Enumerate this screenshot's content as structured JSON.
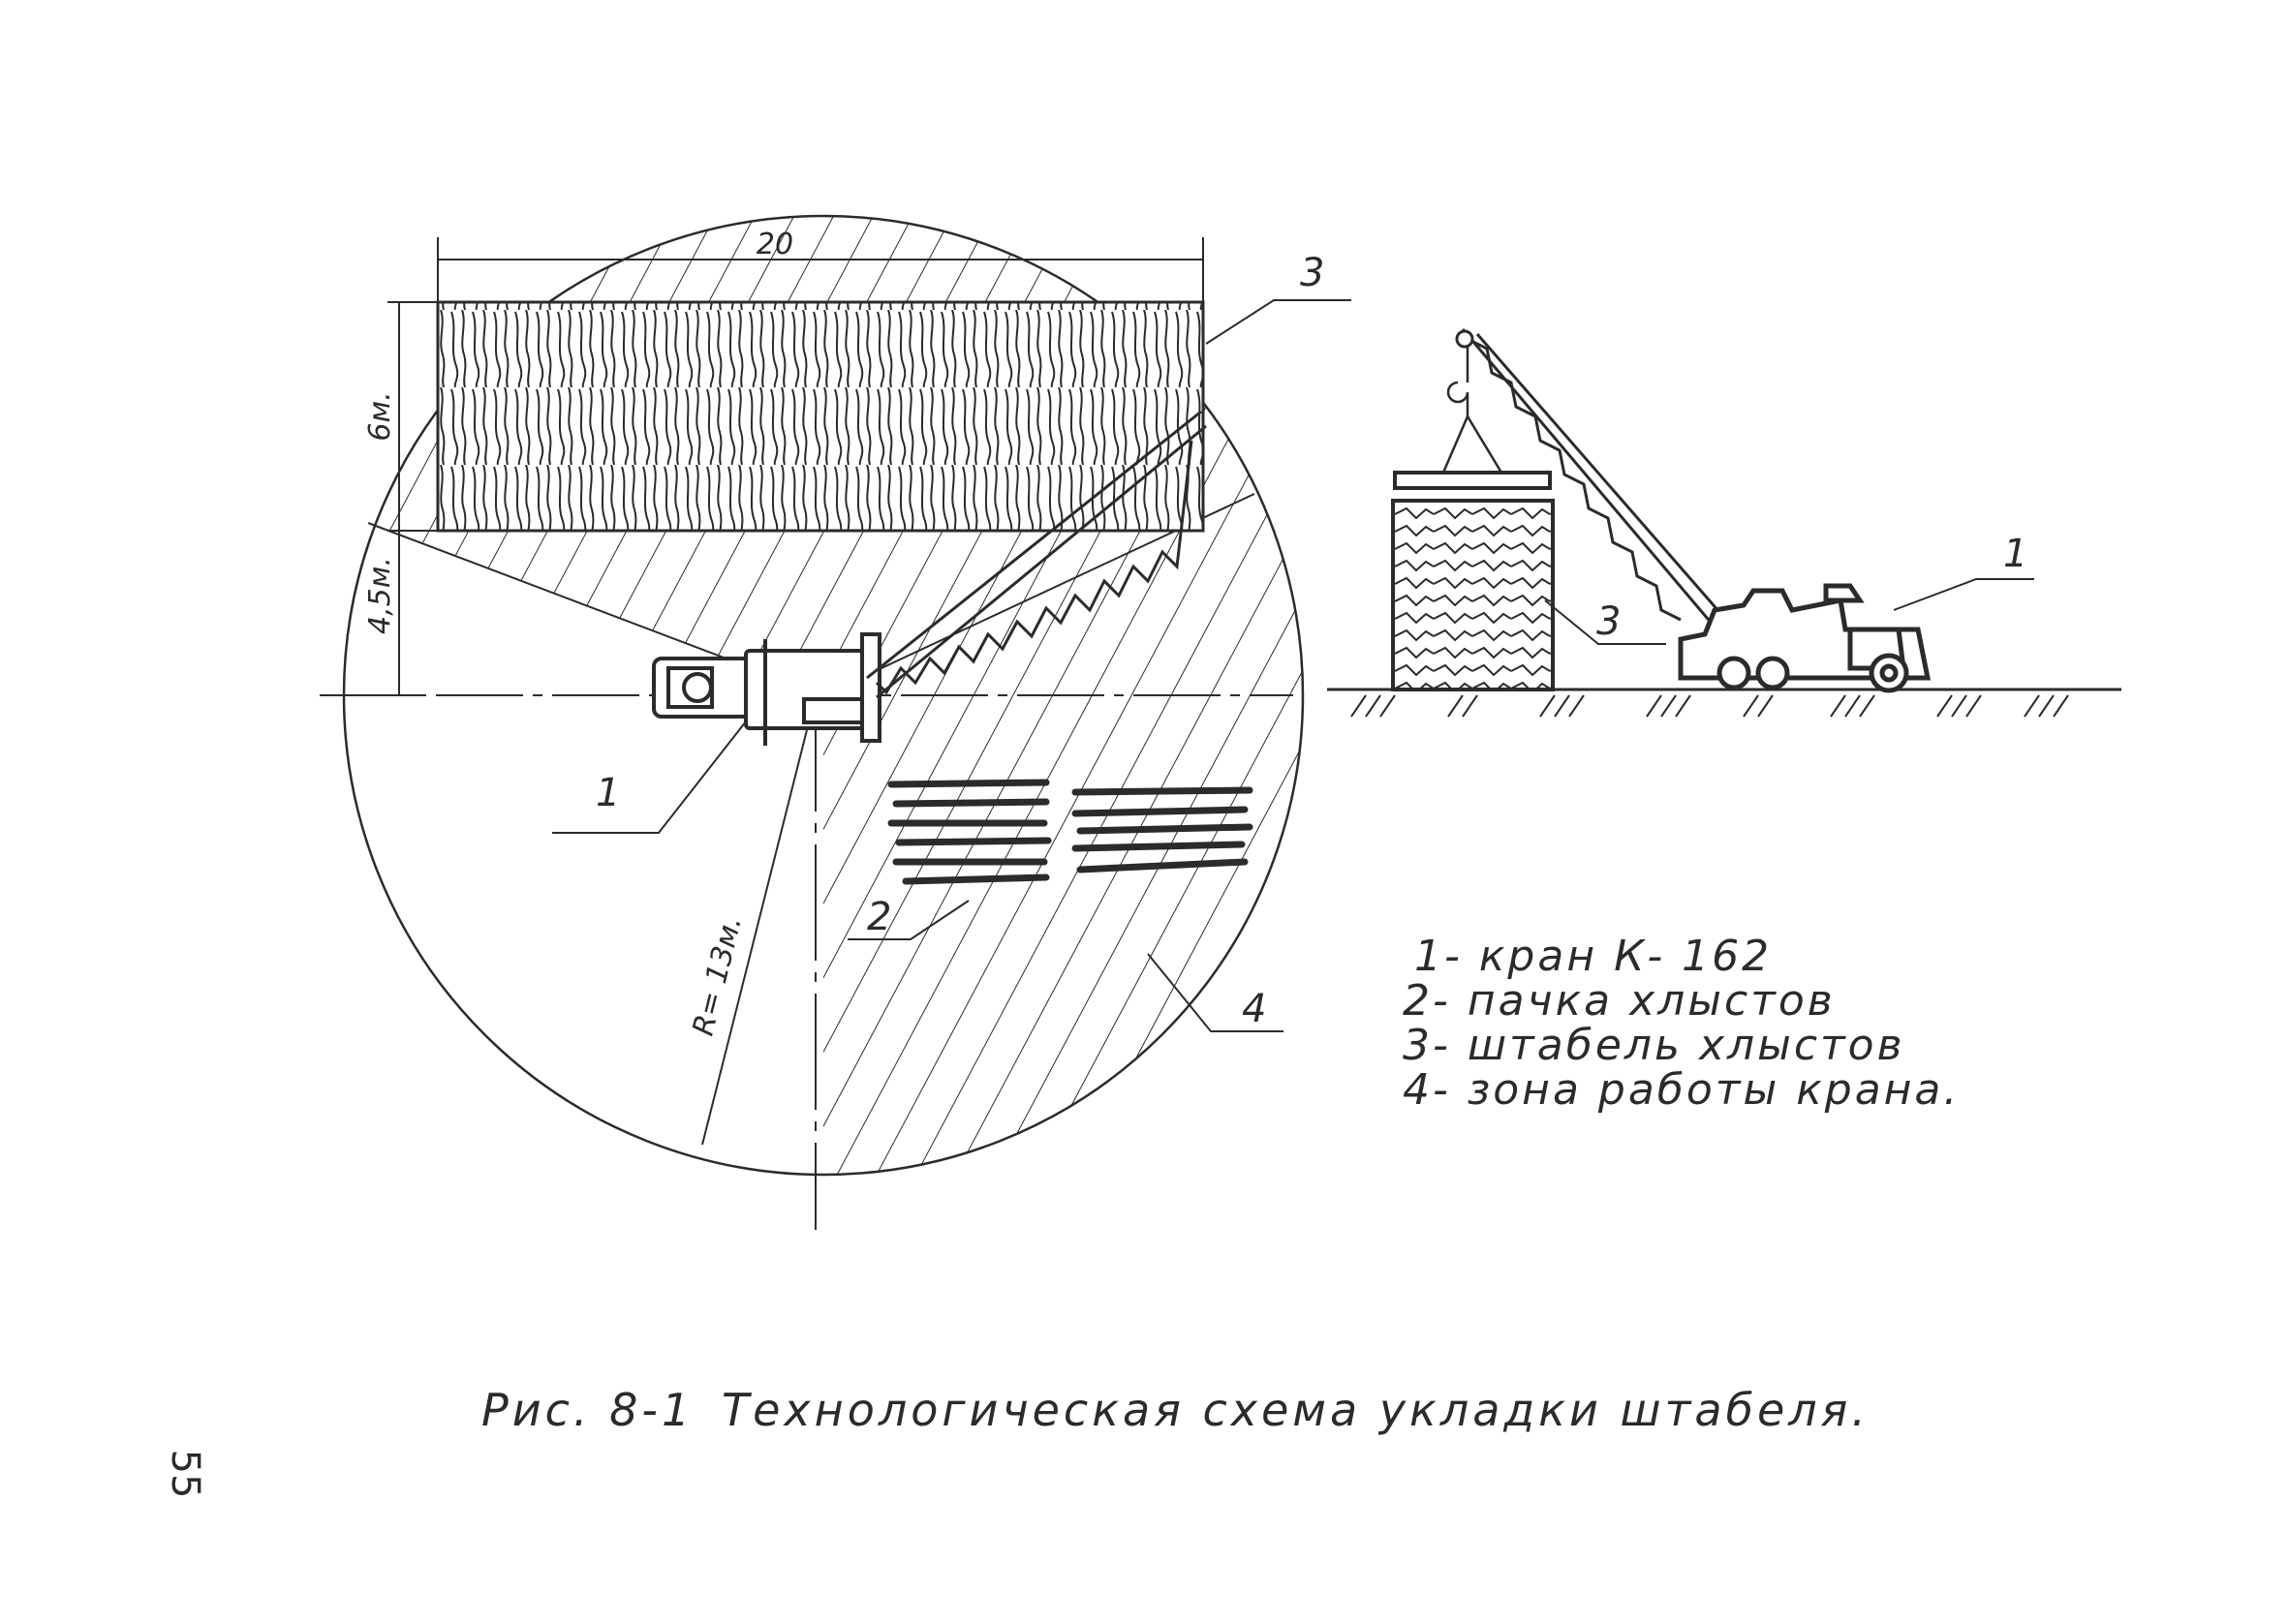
{
  "dimensions": {
    "width_top": "20",
    "height_stack": "6м.",
    "gap": "4,5м.",
    "radius": "R= 13м."
  },
  "callouts": {
    "crane_plan": "1",
    "bundles_plan": "2",
    "stack_plan": "3",
    "zone_plan": "4",
    "stack_side": "3",
    "crane_side": "1"
  },
  "legend": {
    "items": [
      "1- кран  К- 162",
      "2- пачка  хлыстов",
      "3- штабель хлыстов",
      "4- зона    работы  крана."
    ]
  },
  "caption": {
    "prefix": "Рис. 8-1",
    "text": "Технологическая   схема   укладки  штабеля."
  },
  "page_number": "55",
  "colors": {
    "ink": "#2b2b2b",
    "paper": "#ffffff"
  }
}
